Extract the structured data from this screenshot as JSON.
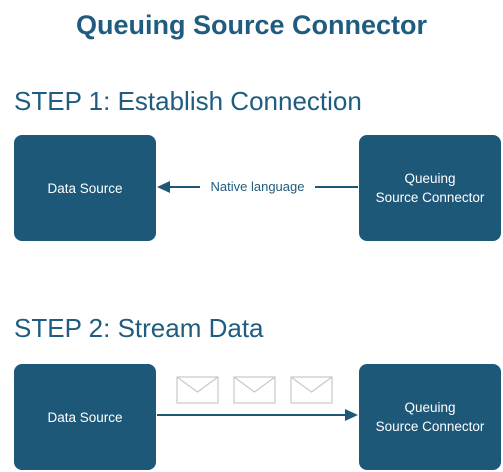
{
  "title": "Queuing Source Connector",
  "step1": {
    "heading": "STEP 1: Establish Connection",
    "left_box": "Data Source",
    "right_box_line1": "Queuing",
    "right_box_line2": "Source Connector",
    "arrow_label": "Native language"
  },
  "step2": {
    "heading": "STEP 2: Stream Data",
    "left_box": "Data Source",
    "right_box_line1": "Queuing",
    "right_box_line2": "Source Connector",
    "message_icons": [
      "envelope-icon",
      "envelope-icon",
      "envelope-icon"
    ]
  },
  "colors": {
    "box_fill": "#1e5878",
    "text_accent": "#1f5c7f",
    "arrow": "#1e5878",
    "envelope_stroke": "#c8c8c8"
  }
}
